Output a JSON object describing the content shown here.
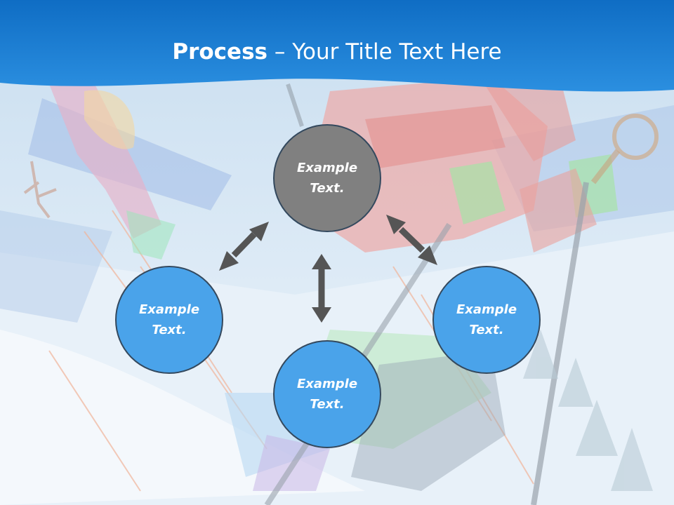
{
  "slide": {
    "title_bold": "Process",
    "title_rest": " – Your Title Text Here"
  },
  "nodes": {
    "top": "Example Text.",
    "left": "Example Text.",
    "right": "Example Text.",
    "bottom": "Example Text."
  },
  "colors": {
    "header": "#1f7fd2",
    "node_gray": "#808080",
    "node_blue": "#4aa3ea",
    "node_border": "#34495e",
    "arrow": "#555555"
  },
  "icons": {
    "background": "skier-illustration",
    "connector": "double-headed-arrow"
  }
}
